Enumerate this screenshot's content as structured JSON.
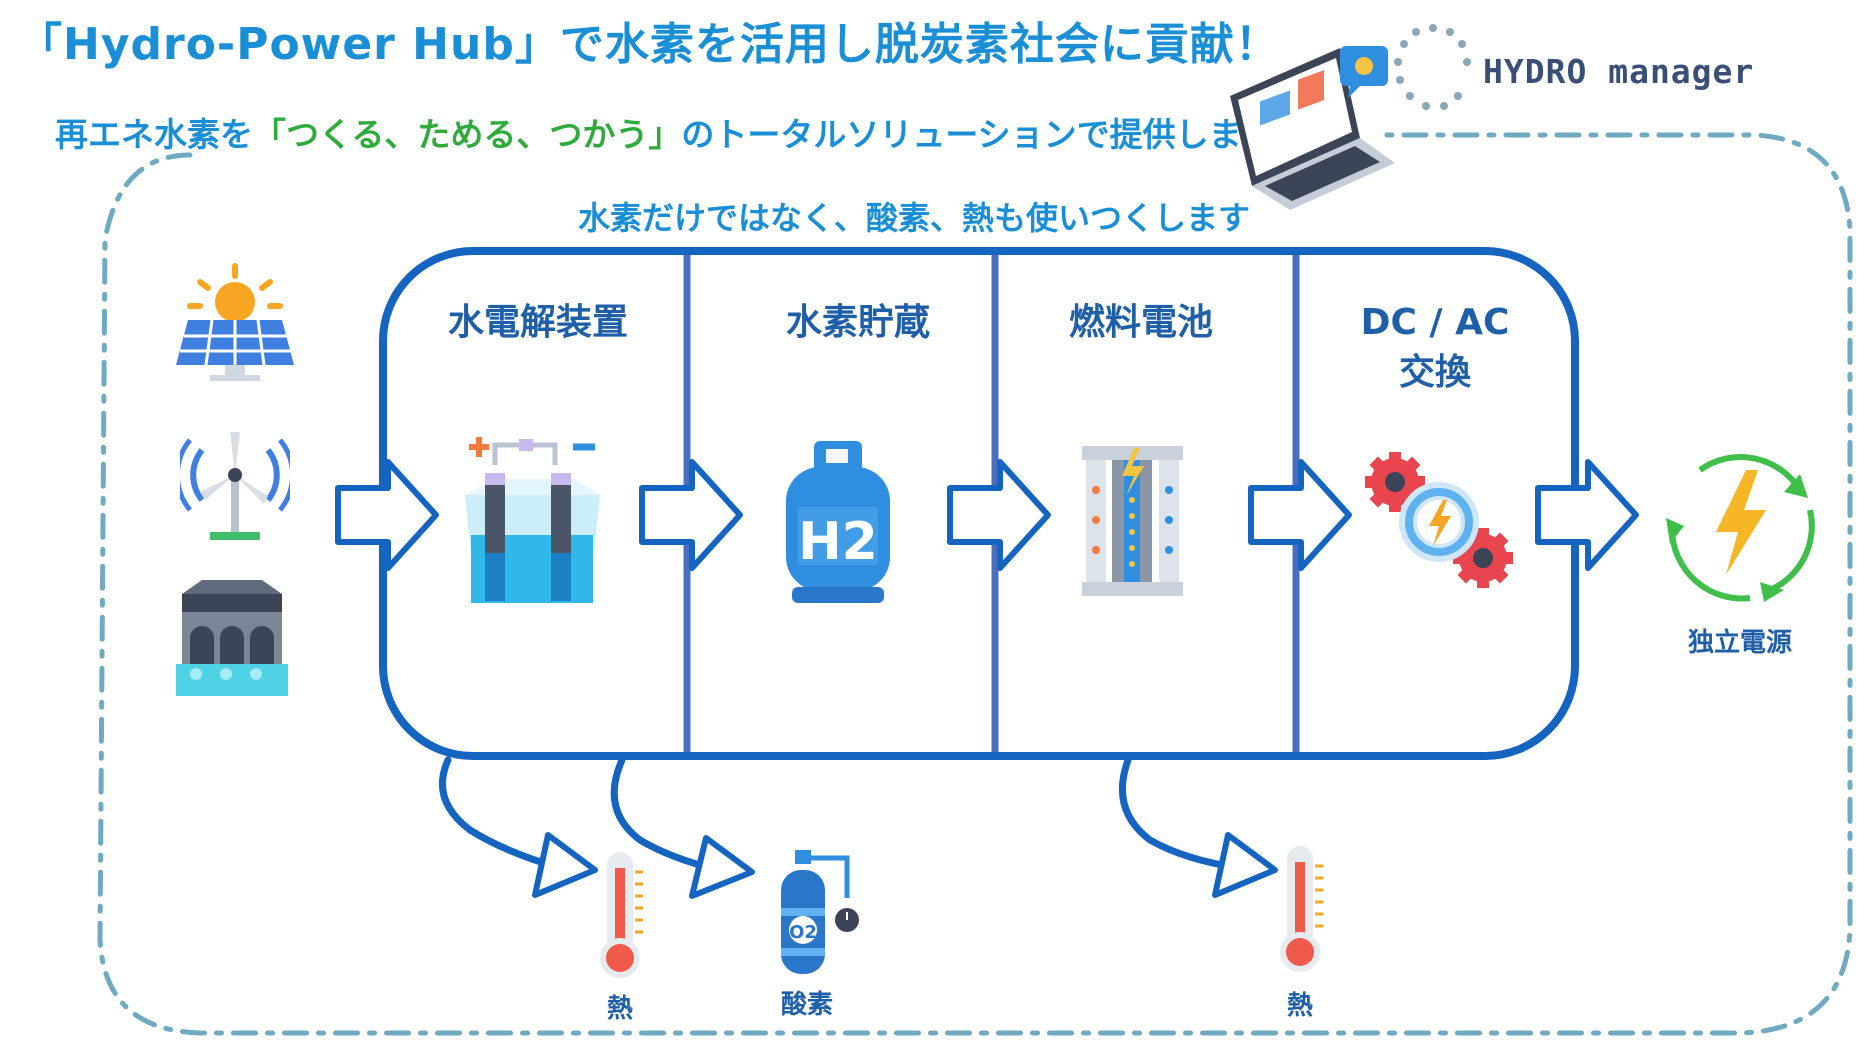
{
  "header": {
    "title": "「Hydro-Power Hub」で水素を活用し脱炭素社会に貢献！",
    "subtitle_pre": "再エネ水素を",
    "subtitle_highlight": "「つくる、ためる、つかう」",
    "subtitle_post": "のトータルソリューションで提供します",
    "note": "水素だけではなく、酸素、熱も使いつくします"
  },
  "logo": {
    "text": "HYDRO manager"
  },
  "sources": [
    {
      "name": "solar",
      "icon": "solar-panel-icon"
    },
    {
      "name": "wind",
      "icon": "wind-turbine-icon"
    },
    {
      "name": "hydro",
      "icon": "hydro-dam-icon"
    }
  ],
  "stages": [
    {
      "label": "水電解装置",
      "icon": "electrolyzer-icon"
    },
    {
      "label": "水素貯蔵",
      "icon": "hydrogen-tank-icon",
      "icon_text": "H2"
    },
    {
      "label": "燃料電池",
      "icon": "fuel-cell-icon"
    },
    {
      "label_line1": "DC / AC",
      "label_line2": "交換",
      "icon": "gear-power-icon"
    }
  ],
  "output": {
    "label": "独立電源",
    "icon": "recycle-power-icon"
  },
  "byproducts": [
    {
      "label": "熱",
      "icon": "thermometer-icon"
    },
    {
      "label": "酸素",
      "icon": "oxygen-cylinder-icon",
      "icon_text": "O2"
    },
    {
      "label": "熱",
      "icon": "thermometer-icon"
    }
  ],
  "colors": {
    "primary": "#1a8fd6",
    "box_border": "#1565c0",
    "divider": "#4a6fc0",
    "highlight": "#2fab3c"
  }
}
